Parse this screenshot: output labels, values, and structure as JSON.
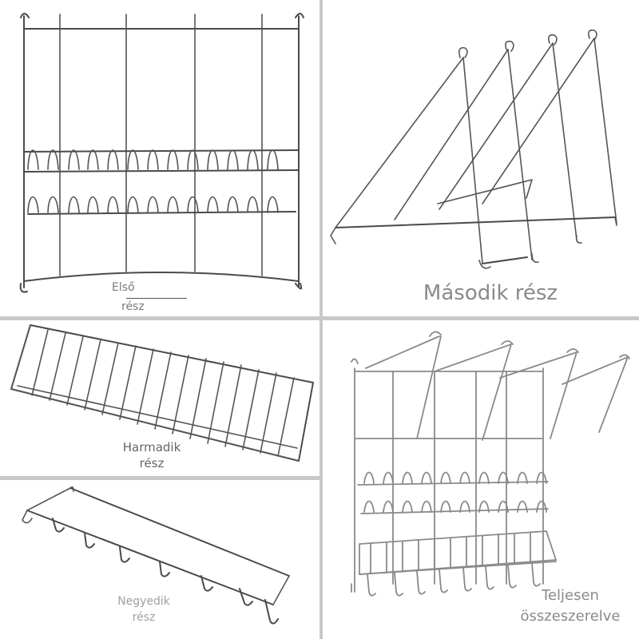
{
  "panels": {
    "part1": {
      "label_line1": "Első",
      "label_line2": "rész"
    },
    "part2": {
      "label": "Második rész"
    },
    "part3": {
      "label_line1": "Harmadik",
      "label_line2": "rész"
    },
    "part4": {
      "label_line1": "Negyedik",
      "label_line2": "rész"
    },
    "assembled": {
      "label_line1": "Teljesen",
      "label_line2": "összeszerelve"
    }
  },
  "colors": {
    "divider": "#c8c8c8",
    "wire": "#4a4a4a",
    "label": "#7a7a7a"
  }
}
